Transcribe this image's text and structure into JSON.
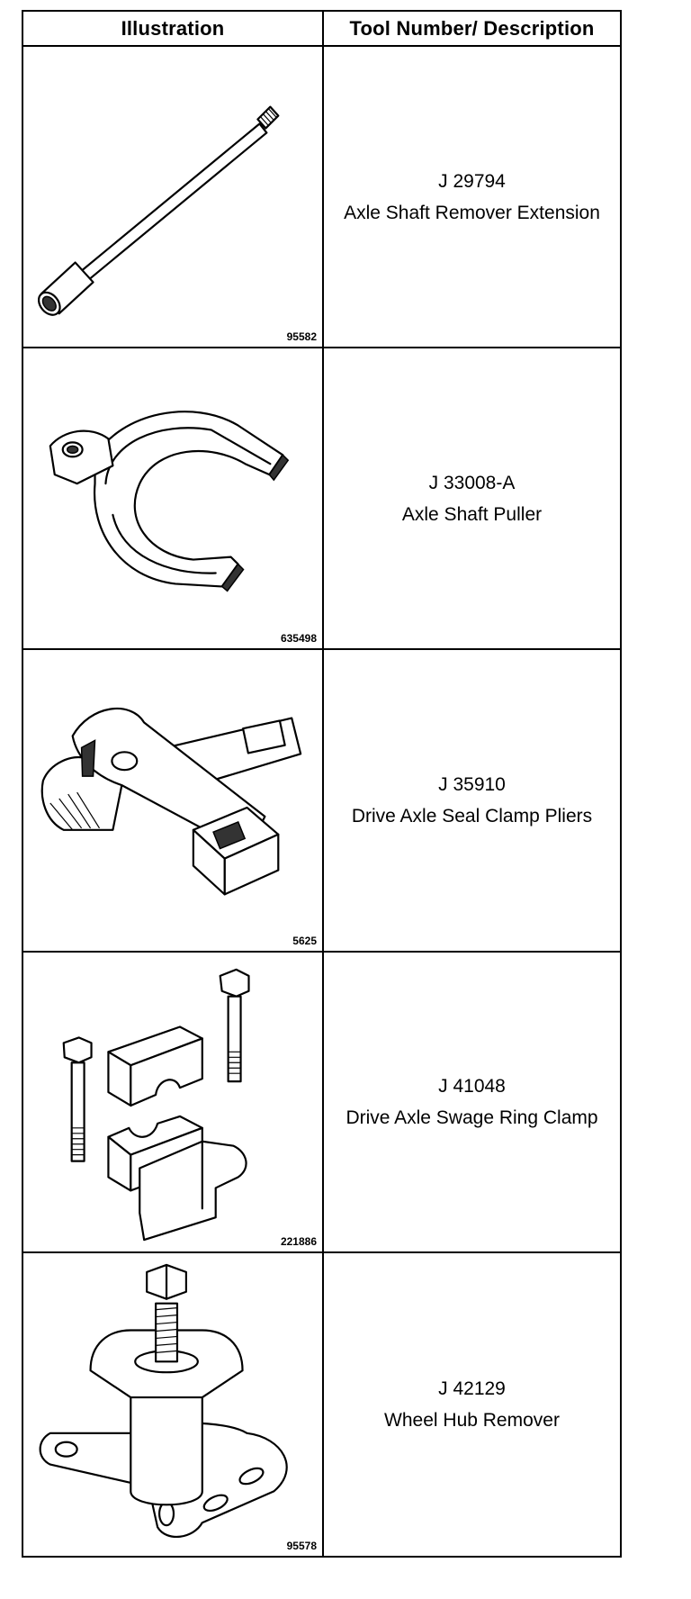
{
  "table": {
    "headers": {
      "illustration": "Illustration",
      "tool": "Tool Number/ Description"
    },
    "rows": [
      {
        "figure_number": "95582",
        "tool_number": "J 29794",
        "description": "Axle Shaft Remover Extension",
        "icon": "axle-shaft-remover-extension-illustration"
      },
      {
        "figure_number": "635498",
        "tool_number": "J 33008-A",
        "description": "Axle Shaft Puller",
        "icon": "axle-shaft-puller-illustration"
      },
      {
        "figure_number": "5625",
        "tool_number": "J 35910",
        "description": "Drive Axle Seal Clamp Pliers",
        "icon": "seal-clamp-pliers-illustration"
      },
      {
        "figure_number": "221886",
        "tool_number": "J 41048",
        "description": "Drive Axle Swage Ring Clamp",
        "icon": "swage-ring-clamp-illustration"
      },
      {
        "figure_number": "95578",
        "tool_number": "J 42129",
        "description": "Wheel Hub Remover",
        "icon": "wheel-hub-remover-illustration"
      }
    ]
  }
}
